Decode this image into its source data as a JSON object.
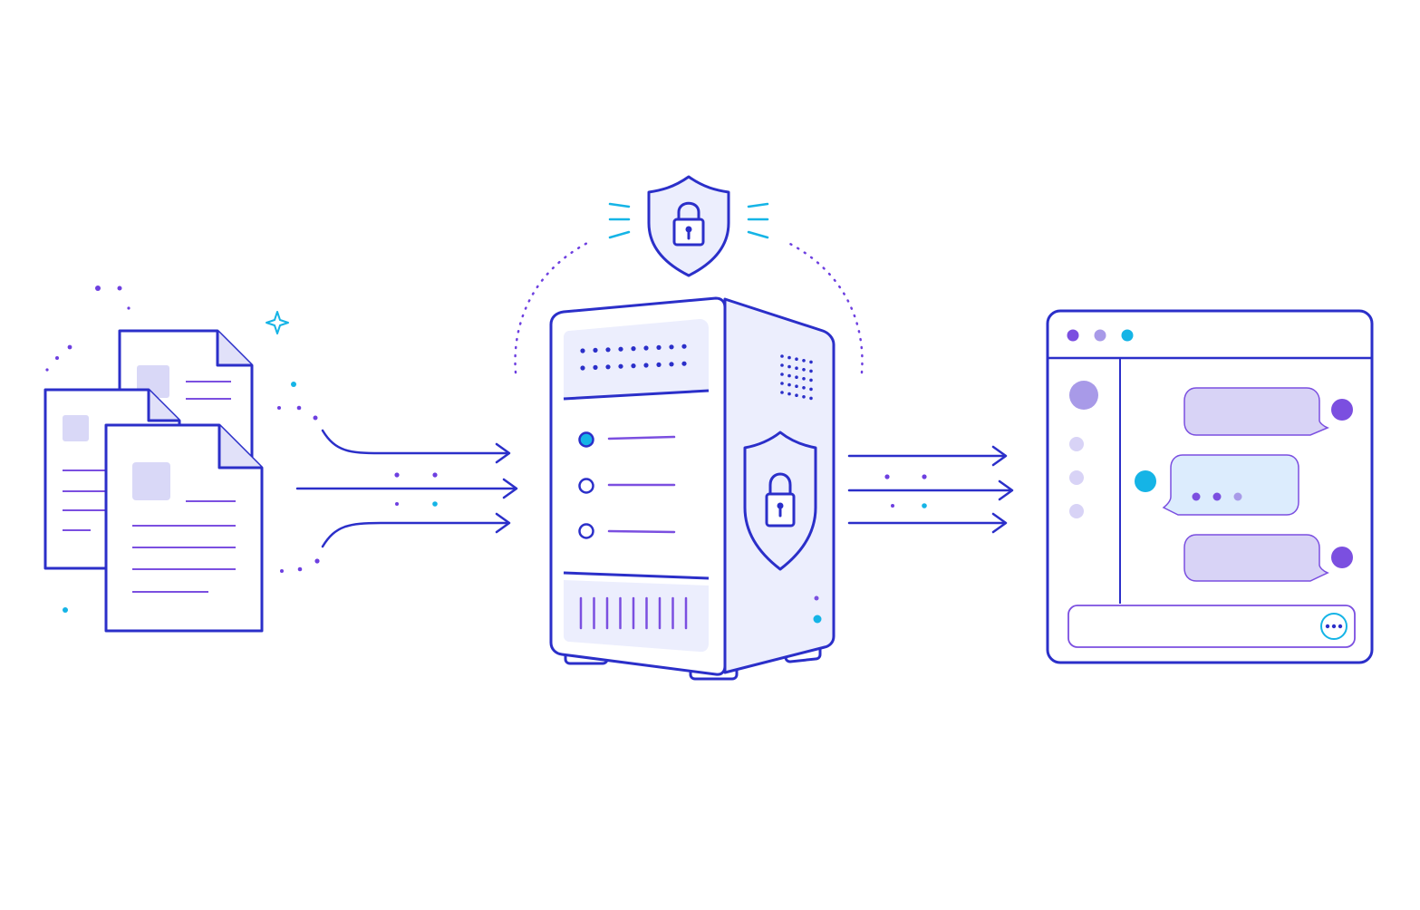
{
  "colors": {
    "stroke": "#2b2fc9",
    "purple": "#7b4fe0",
    "purple_dot": "#6d3fe0",
    "cyan": "#15b4e6",
    "light_fill": "#eceefd",
    "mid_fill": "#d9d8f7",
    "bubble_fill": "#d8d3f6",
    "bubble_cyan_fill": "#dcecfd",
    "white": "#ffffff"
  },
  "icons": {
    "documents": "document-stack-icon",
    "server": "server-icon",
    "shield_top": "shield-lock-icon",
    "shield_side": "shield-lock-icon",
    "chat_window": "chat-window-icon",
    "send": "ellipsis-icon"
  },
  "diagram": {
    "nodes": [
      "documents",
      "secure-server",
      "chat-window"
    ],
    "flows": [
      {
        "from": "documents",
        "to": "secure-server",
        "arrows": 3
      },
      {
        "from": "secure-server",
        "to": "chat-window",
        "arrows": 3
      }
    ],
    "server_indicators": 3,
    "chat": {
      "sidebar_items": 4,
      "messages": [
        {
          "side": "right",
          "style": "purple"
        },
        {
          "side": "left",
          "style": "cyan",
          "typing": true
        },
        {
          "side": "right",
          "style": "purple"
        }
      ]
    }
  }
}
